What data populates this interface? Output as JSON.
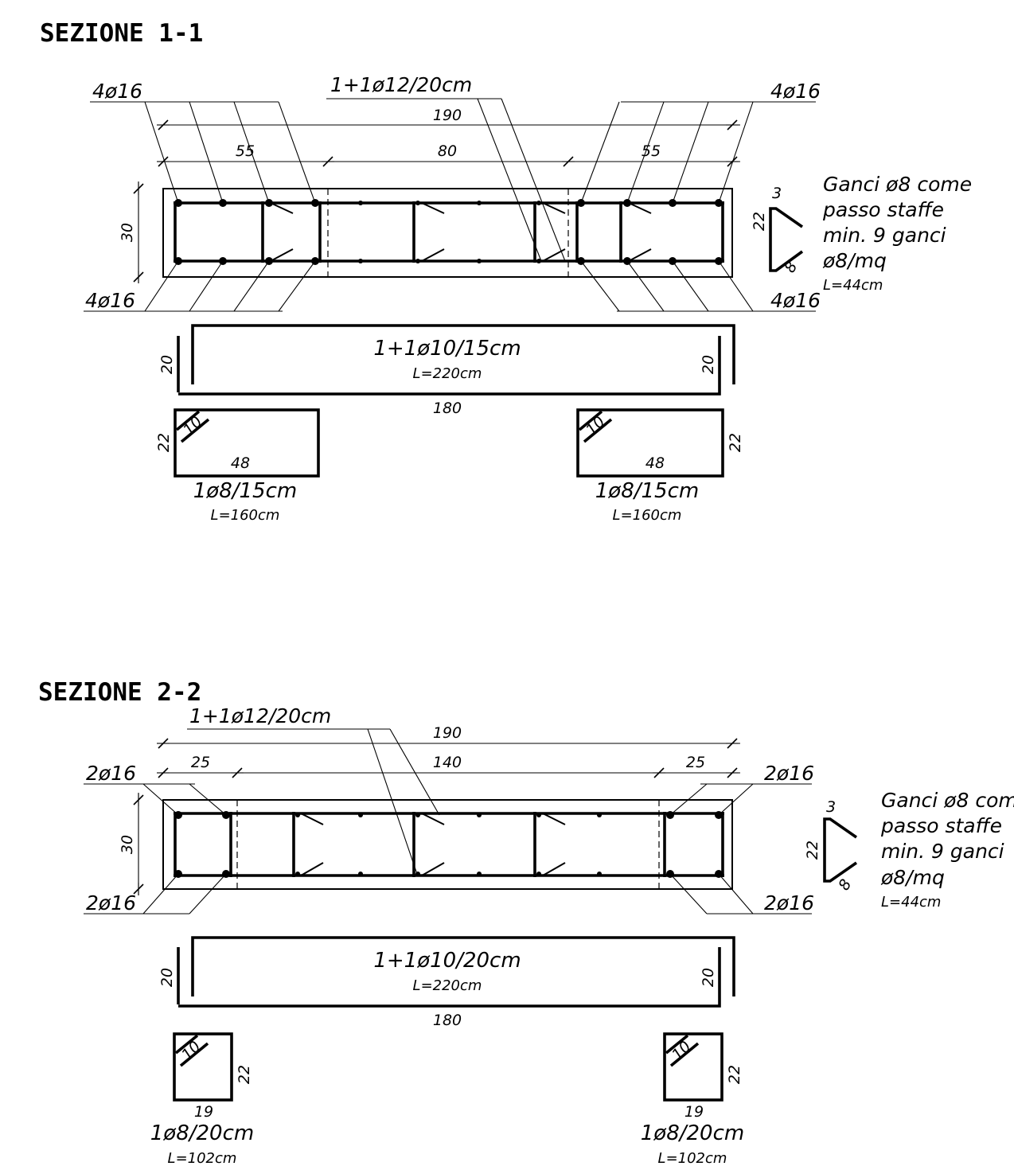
{
  "section1": {
    "title": "SEZIONE 1-1",
    "top_left_label": "4ø16",
    "top_mid_label": "1+1ø12/20cm",
    "top_right_label": "4ø16",
    "bottom_left_label": "4ø16",
    "bottom_right_label": "4ø16",
    "dim_total": "190",
    "dim_left": "55",
    "dim_mid": "80",
    "dim_right": "55",
    "dim_height": "30",
    "hook_note": [
      "Ganci ø8 come",
      "passo staffe",
      "min. 9 ganci",
      "ø8/mq"
    ],
    "hook_length": "L=44cm",
    "hook_dim_top": "3",
    "hook_dim_side": "22",
    "hook_dim_bottom": "8",
    "long_bar_label": "1+1ø10/15cm",
    "long_bar_length": "L=220cm",
    "long_bar_dim_left": "20",
    "long_bar_dim_right": "20",
    "long_bar_dim_bottom": "180",
    "stirrup_label": "1ø8/15cm",
    "stirrup_length": "L=160cm",
    "stirrup_width": "48",
    "stirrup_height": "22",
    "stirrup_hook": "10"
  },
  "section2": {
    "title": "SEZIONE 2-2",
    "top_mid_label": "1+1ø12/20cm",
    "top_left_label": "2ø16",
    "top_right_label": "2ø16",
    "bottom_left_label": "2ø16",
    "bottom_right_label": "2ø16",
    "dim_total": "190",
    "dim_left": "25",
    "dim_mid": "140",
    "dim_right": "25",
    "dim_height": "30",
    "hook_note": [
      "Ganci ø8 com",
      "passo staffe",
      "min. 9 ganci",
      "ø8/mq"
    ],
    "hook_length": "L=44cm",
    "hook_dim_top": "3",
    "hook_dim_side": "22",
    "hook_dim_bottom": "8",
    "long_bar_label": "1+1ø10/20cm",
    "long_bar_length": "L=220cm",
    "long_bar_dim_left": "20",
    "long_bar_dim_right": "20",
    "long_bar_dim_bottom": "180",
    "stirrup_label": "1ø8/20cm",
    "stirrup_length": "L=102cm",
    "stirrup_width": "19",
    "stirrup_height": "22",
    "stirrup_hook": "10"
  }
}
